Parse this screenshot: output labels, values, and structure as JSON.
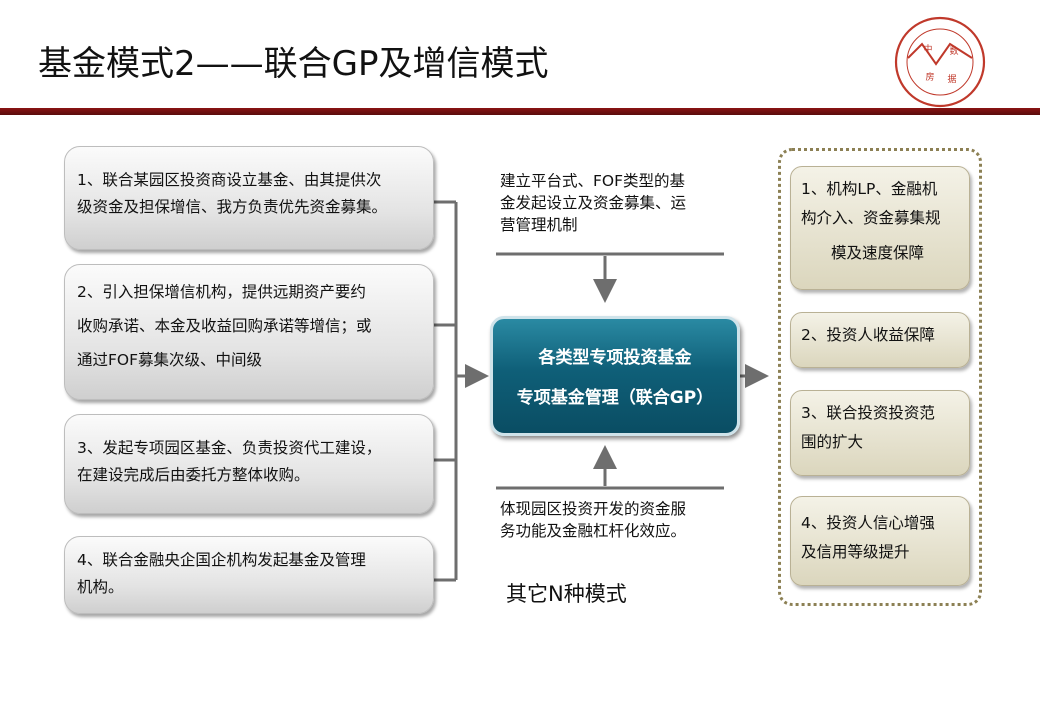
{
  "title": "基金模式2——联合GP及增信模式",
  "logo": {
    "center_chars": [
      "中",
      "数",
      "房",
      "据"
    ],
    "icon": "institution-seal-logo"
  },
  "left_boxes": [
    {
      "lines": [
        "1、联合某园区投资商设立基金、由其提供次",
        "级资金及担保增信、我方负责优先资金募集。"
      ]
    },
    {
      "lines": [
        "2、引入担保增信机构，提供远期资产要约",
        "收购承诺、本金及收益回购承诺等增信；或",
        "通过FOF募集次级、中间级"
      ]
    },
    {
      "lines": [
        "3、发起专项园区基金、负责投资代工建设，",
        "在建设完成后由委托方整体收购。"
      ]
    },
    {
      "lines": [
        "4、联合金融央企国企机构发起基金及管理",
        "机构。"
      ]
    }
  ],
  "top_text": {
    "lines": [
      "建立平台式、FOF类型的基",
      "金发起设立及资金募集、运",
      "营管理机制"
    ]
  },
  "bottom_text": {
    "lines": [
      "体现园区投资开发的资金服",
      "务功能及金融杠杆化效应。"
    ]
  },
  "center": {
    "line1": "各类型专项投资基金",
    "line2": "专项基金管理（联合GP）"
  },
  "other_modes": "其它N种模式",
  "right_boxes": [
    {
      "lines": [
        "1、机构LP、金融机",
        "构介入、资金募集规",
        "模及速度保障"
      ]
    },
    {
      "lines": [
        "2、投资人收益保障"
      ]
    },
    {
      "lines": [
        "3、联合投资投资范",
        "围的扩大"
      ]
    },
    {
      "lines": [
        "4、投资人信心增强",
        "及信用等级提升"
      ]
    }
  ],
  "colors": {
    "rule": "#8a1414",
    "center_fill": "#0f5f78",
    "connector": "#6e6e6e",
    "panel_border": "#8c8054"
  }
}
